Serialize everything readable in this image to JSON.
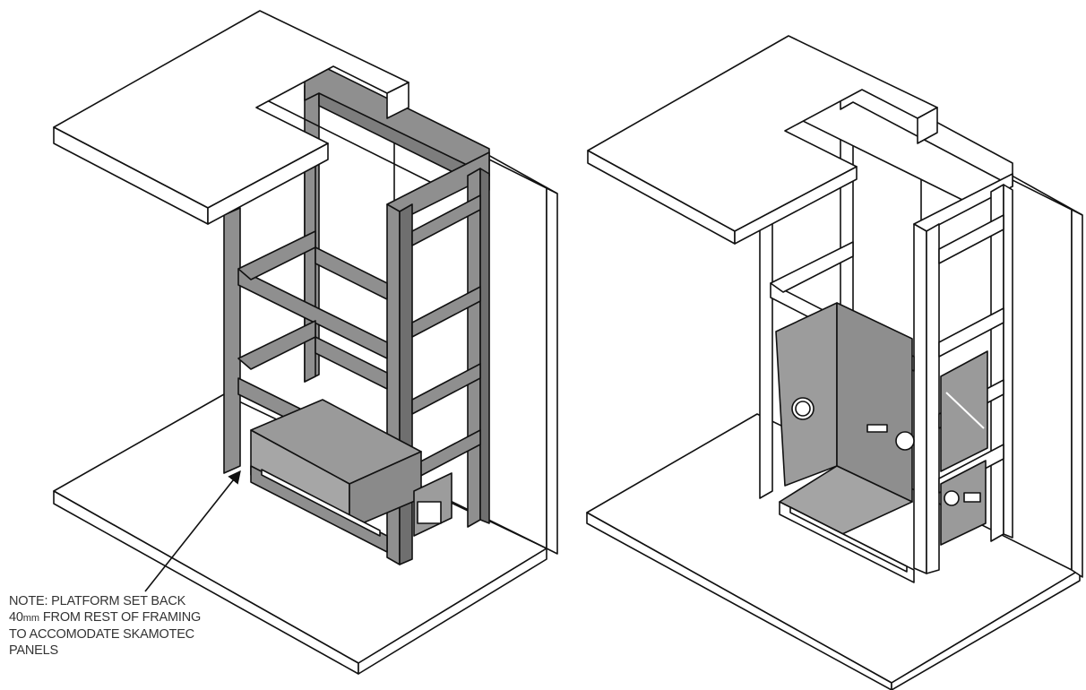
{
  "note": {
    "line1": "NOTE: PLATFORM SET BACK",
    "line2_value": "40",
    "line2_unit": "mm",
    "line2_rest": " FROM REST OF FRAMING",
    "line3": "TO ACCOMODATE SKAMOTEC",
    "line4": "PANELS"
  },
  "colors": {
    "line": "#111111",
    "steel": "#8f8f8f",
    "steel_dark": "#6f6f6f",
    "panel": "#9c9c9c",
    "white": "#ffffff"
  }
}
